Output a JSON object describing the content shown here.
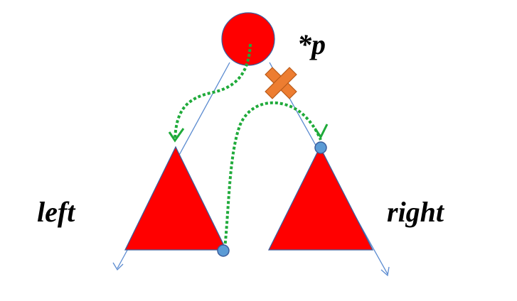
{
  "labels": {
    "root": "*p",
    "left": "left",
    "right": "right"
  },
  "colors": {
    "node_fill": "#ff0000",
    "node_stroke": "#3b5d9c",
    "edge": "#5b8bd0",
    "path": "#1faa3a",
    "marker": "#5b9bd5",
    "cross": "#ed7d31",
    "cross_stroke": "#b85a1a"
  },
  "icons": {
    "cross": "x-mark-icon",
    "checks": "checkmark-icon"
  }
}
